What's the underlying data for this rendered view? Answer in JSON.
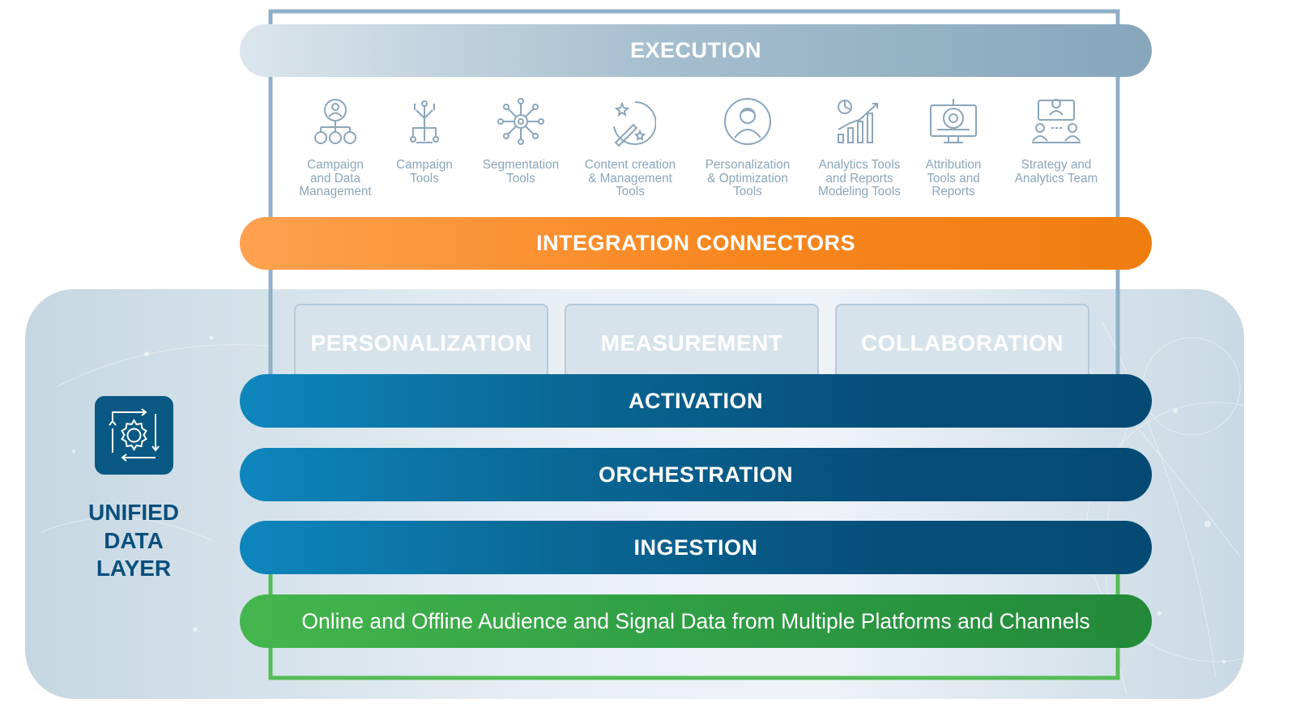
{
  "execution": {
    "title": "EXECUTION"
  },
  "tools": [
    {
      "label": "Campaign\nand Data\nManagement",
      "icon": "org-chart-icon"
    },
    {
      "label": "Campaign\nTools",
      "icon": "circuit-tree-icon"
    },
    {
      "label": "Segmentation\nTools",
      "icon": "network-hub-icon"
    },
    {
      "label": "Content creation\n& Management\nTools",
      "icon": "magic-wand-icon"
    },
    {
      "label": "Personalization\n& Optimization\nTools",
      "icon": "person-cycle-icon"
    },
    {
      "label": "Analytics Tools\nand Reports\nModeling Tools",
      "icon": "growth-chart-icon"
    },
    {
      "label": "Attribution\nTools and\nReports",
      "icon": "monitor-target-icon"
    },
    {
      "label": "Strategy and\nAnalytics Team",
      "icon": "team-icon"
    }
  ],
  "integration": {
    "title": "INTEGRATION CONNECTORS"
  },
  "tabs": [
    "PERSONALIZATION",
    "MEASUREMENT",
    "COLLABORATION"
  ],
  "layers": {
    "activation": "ACTIVATION",
    "orchestration": "ORCHESTRATION",
    "ingestion": "INGESTION"
  },
  "sources": {
    "text": "Online and Offline Audience and Signal Data from Multiple Platforms and Channels"
  },
  "udl": {
    "title": "UNIFIED\nDATA\nLAYER",
    "icon": "gear-cycle-icon"
  },
  "colors": {
    "execution": "#86a6bc",
    "integration": "#f7861f",
    "layer_blue": "#054a73",
    "sources_green": "#2f9e44",
    "udl_text": "#0b4f7c"
  }
}
